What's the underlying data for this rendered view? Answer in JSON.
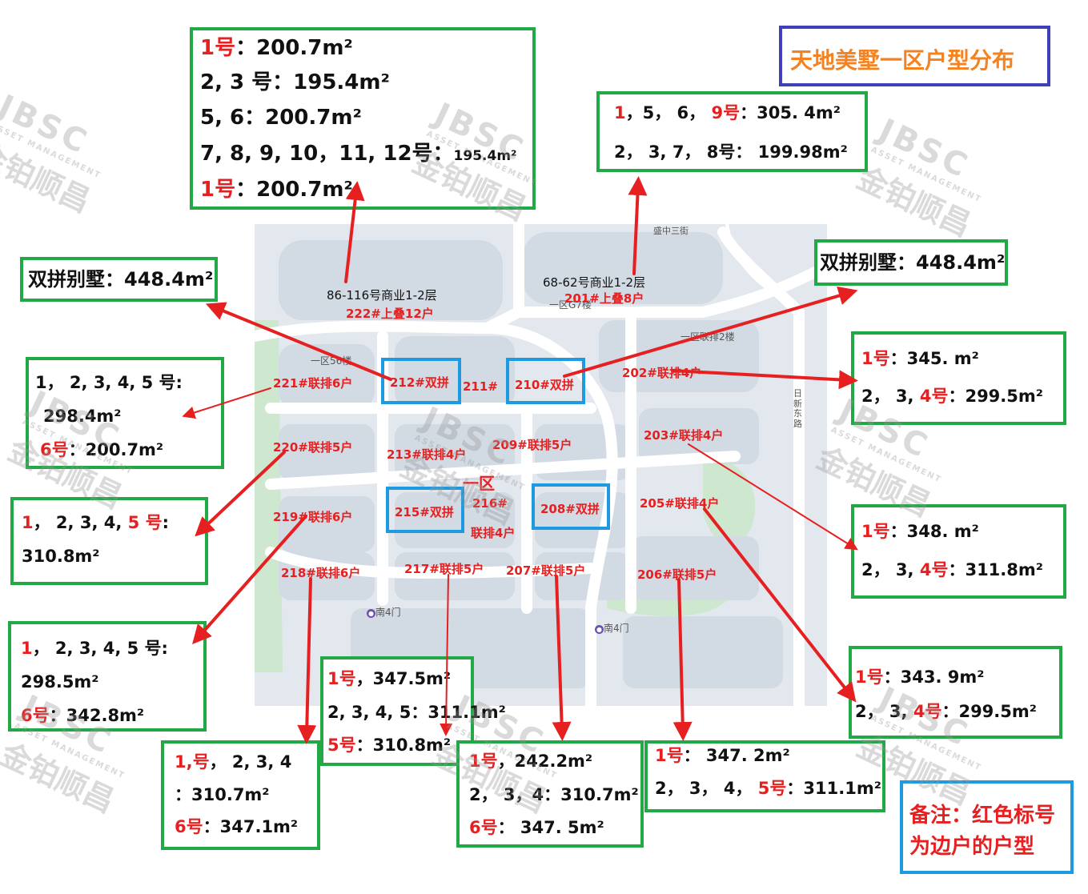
{
  "title": "天地美墅一区户型分布",
  "note": {
    "line1": "备注：红色标号",
    "line2": "为边户的户型"
  },
  "watermark": {
    "mark": "JBSC",
    "sub": "ASSET MANAGEMENT",
    "cn": "金铂顺昌"
  },
  "map": {
    "road_top": "盛中三街",
    "road_right": "日新东路",
    "gate1": "南4门",
    "gate2": "南4门",
    "zone": "一区",
    "bg_labels": {
      "l1": "一区56楼",
      "l2": "一区G7楼",
      "l3": "一区联排2楼"
    },
    "commercial_left": {
      "line1": "86-116号商业1-2层",
      "line2": "222#上叠12户"
    },
    "commercial_right": {
      "line1": "68-62号商业1-2层",
      "line2": "201#上叠8户"
    },
    "buildings": {
      "b221": "221#联排6户",
      "b212": "212#双拼",
      "b211": "211#",
      "b210": "210#双拼",
      "b202": "202#联排4户",
      "b220": "220#联排5户",
      "b213": "213#联排4户",
      "b209": "209#联排5户",
      "b203": "203#联排4户",
      "b219": "219#联排6户",
      "b215": "215#双拼",
      "b216a": "216#",
      "b216b": "联排4户",
      "b208": "208#双拼",
      "b205": "205#联排4户",
      "b218": "218#联排6户",
      "b217": "217#联排5户",
      "b207": "207#联排5户",
      "b206": "206#联排5户"
    }
  },
  "boxes": {
    "top_center": {
      "l1a": "1号",
      "l1b": "：200.7m²",
      "l2": "2, 3  号：195.4m²",
      "l3": "5, 6：200.7m²",
      "l4a": "7, 8, 9, 10，11, 12号：",
      "l4b": "195.4m²",
      "l5a": "1号",
      "l5b": "：200.7m²"
    },
    "top_right": {
      "l1a": "1",
      "l1b": "，5， 6， ",
      "l1c": "9号",
      "l1d": "：305. 4m²",
      "l2": "2， 3,   7， 8号：  199.98m²"
    },
    "shuangpin_left": {
      "l1": "双拼别墅：448.4m²"
    },
    "shuangpin_right": {
      "l1": "双拼别墅：448.4m²"
    },
    "left1": {
      "l1": " 1， 2,    3,    4,   5 号:",
      "l2": "298.4m²",
      "l3a": " 6号",
      "l3b": "：200.7m²"
    },
    "left2": {
      "l1a": "1",
      "l1b": "， 2,    3,    4,  ",
      "l1c": " 5 号",
      "l1d": ":",
      "l2": "310.8m²"
    },
    "left3": {
      "l1a": "1",
      "l1b": "， 2,    3,    4,   5 号:",
      "l2": "298.5m²",
      "l3a": "6号",
      "l3b": "：342.8m²"
    },
    "right1": {
      "l1a": "1号",
      "l1b": "：345. m²",
      "l2a": "2， 3,    ",
      "l2b": "4号",
      "l2c": "：299.5m²"
    },
    "right2": {
      "l1a": "1号",
      "l1b": "：348. m²",
      "l2a": "2， 3,    ",
      "l2b": "4号",
      "l2c": "：311.8m²"
    },
    "right3": {
      "l1a": "1号",
      "l1b": "：343. 9m²",
      "l2a": "2， 3,    ",
      "l2b": "4号",
      "l2c": "：299.5m²"
    },
    "bottom1": {
      "l1a": "1,号",
      "l1b": "， 2,    3,    4",
      "l2": "：310.7m²",
      "l3a": "6号",
      "l3b": "：347.1m²"
    },
    "bottom2": {
      "l1a": "1号",
      "l1b": "，347.5m²",
      "l2": "2,    3,    4,    5：311.1m²",
      "l3a": "5号",
      "l3b": "：310.8m²"
    },
    "bottom3": {
      "l1a": "1号",
      "l1b": "，242.2m²",
      "l2": "2，  3，4：310.7m²",
      "l3a": "6号",
      "l3b": "：  347. 5m²"
    },
    "bottom4": {
      "l1a": "1号",
      "l1b": "： 347. 2m²",
      "l2a": "2，  3，   4，   ",
      "l2b": "5号",
      "l2c": "：311.1m²"
    }
  },
  "colors": {
    "red": "#e62020",
    "green_box": "#22a845",
    "blue_box": "#1e9be0",
    "title_border": "#3f3fb8",
    "title_text": "#f58220"
  }
}
